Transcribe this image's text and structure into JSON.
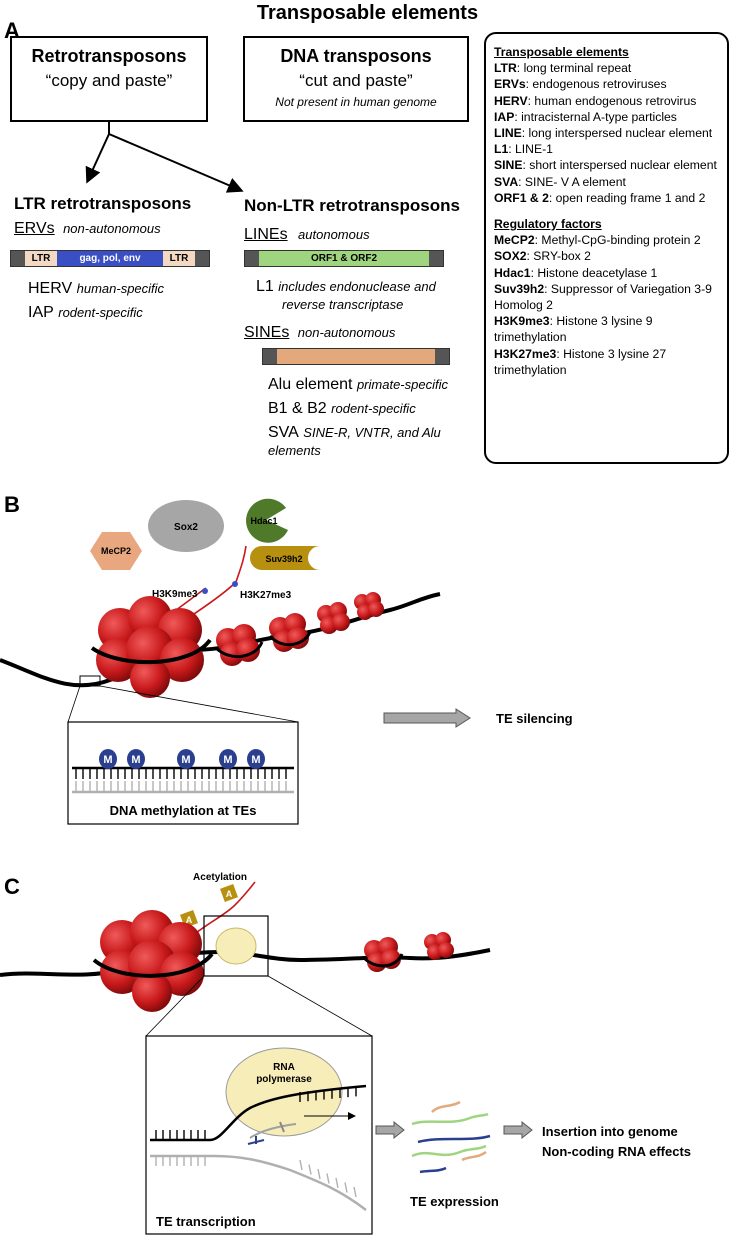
{
  "title": "Transposable elements",
  "panels": {
    "a": "A",
    "b": "B",
    "c": "C"
  },
  "retro": {
    "heading": "Retrotransposons",
    "sub": "“copy and paste”"
  },
  "dna": {
    "heading": "DNA transposons",
    "sub": "“cut and paste”",
    "note": "Not present in human genome"
  },
  "ltr": {
    "heading": "LTR retrotransposons",
    "ervs": "ERVs",
    "ervs_note": "non-autonomous",
    "bar": {
      "left": "LTR",
      "middle": "gag, pol, env",
      "right": "LTR"
    },
    "examples": [
      {
        "name": "HERV",
        "note": "human-specific"
      },
      {
        "name": "IAP",
        "note": "rodent-specific"
      }
    ]
  },
  "nonltr": {
    "heading": "Non-LTR retrotransposons",
    "lines": "LINEs",
    "lines_note": "autonomous",
    "lines_bar": "ORF1 & ORF2",
    "l1_name": "L1",
    "l1_note_1": "includes endonuclease and",
    "l1_note_2": "reverse transcriptase",
    "sines": "SINEs",
    "sines_note": "non-autonomous",
    "sine_examples": [
      {
        "name": "Alu element",
        "note": "primate-specific"
      },
      {
        "name": "B1 & B2",
        "note": "rodent-specific"
      },
      {
        "name": "SVA",
        "note": "SINE-R, VNTR, and Alu"
      }
    ],
    "sva_note_2": "elements"
  },
  "legend": {
    "te_heading": "Transposable elements",
    "te_rows": [
      {
        "key": "LTR",
        "text": ": long terminal repeat"
      },
      {
        "key": "ERVs",
        "text": ": endogenous retroviruses"
      },
      {
        "key": "HERV",
        "text": ": human endogenous retrovirus"
      },
      {
        "key": "IAP",
        "text": ": intracisternal A-type particles"
      },
      {
        "key": "LINE",
        "text": ": long interspersed nuclear element"
      },
      {
        "key": "L1",
        "text": ": LINE-1"
      },
      {
        "key": "SINE",
        "text": ": short interspersed nuclear element"
      },
      {
        "key": "SVA",
        "text": ": SINE- V A element"
      },
      {
        "key": "ORF1 & 2",
        "text": ": open reading frame 1 and 2"
      }
    ],
    "rf_heading": "Regulatory factors",
    "rf_rows": [
      {
        "key": "MeCP2",
        "text": ": Methyl-CpG-binding protein 2"
      },
      {
        "key": "SOX2",
        "text": ": SRY-box 2"
      },
      {
        "key": "Hdac1",
        "text": ": Histone deacetylase 1"
      },
      {
        "key": "Suv39h2",
        "text": ": Suppressor of Variegation 3-9 Homolog 2"
      },
      {
        "key": "H3K9me3",
        "text": ": Histone 3 lysine 9 trimethylation"
      },
      {
        "key": "H3K27me3",
        "text": ": Histone 3 lysine 27 trimethylation"
      }
    ]
  },
  "panel_b": {
    "sox2": "Sox2",
    "hdac1": "Hdac1",
    "mecp2": "MeCP2",
    "suv39h2": "Suv39h2",
    "h3k9": "H3K9me3",
    "h3k27": "H3K27me3",
    "result": "TE silencing",
    "methyl": "M",
    "inset_label": "DNA methylation at TEs"
  },
  "panel_c": {
    "acetylation": "Acetylation",
    "acetyl_mark": "A",
    "rnap_1": "RNA",
    "rnap_2": "polymerase",
    "inset_label": "TE transcription",
    "expr_label": "TE expression",
    "outcome_1": "Insertion into genome",
    "outcome_2": "Non-coding RNA effects"
  },
  "colors": {
    "nucleosome": "#c8191b",
    "tail": "#c8191b",
    "ltr_box": "#f3d9c4",
    "ltr_mid": "#3b4fc4",
    "line_bar": "#9fd57f",
    "sine_bar": "#e3a97c",
    "sox2": "#a6a6a6",
    "hdac1": "#4e7a2a",
    "mecp2": "#e8a77e",
    "suv39h2": "#b8900f",
    "methyl": "#2b3f8f",
    "rnap": "#f7edb8",
    "acetyl": "#b8900f"
  }
}
